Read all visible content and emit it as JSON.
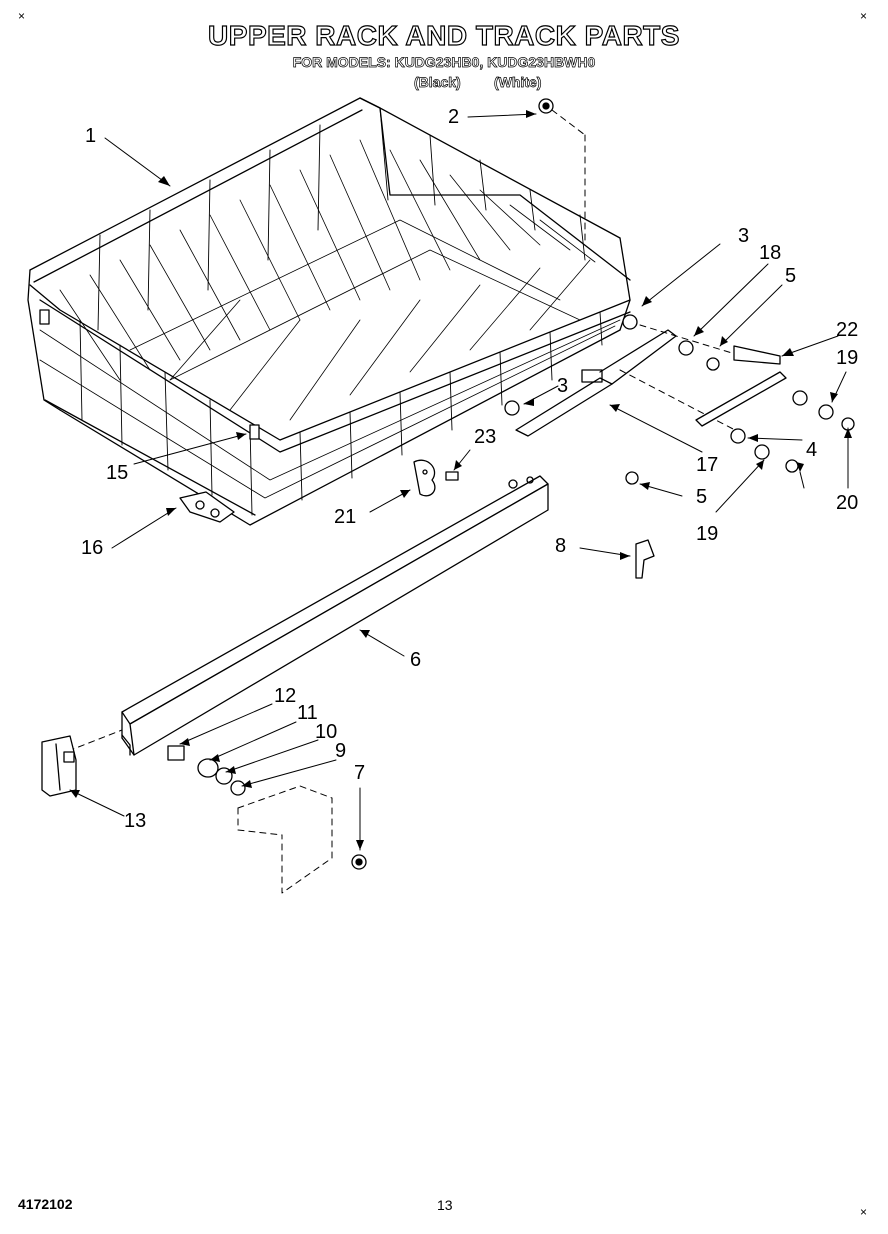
{
  "title": "UPPER RACK AND TRACK PARTS",
  "models_line": "FOR MODELS: KUDG23HB0, KUDG23HBWH0",
  "variant_black": "(Black)",
  "variant_white": "(White)",
  "footer_doc_number": "4172102",
  "footer_page": "13",
  "corner_mark": "×",
  "callouts": {
    "c1": "1",
    "c2": "2",
    "c3a": "3",
    "c3b": "3",
    "c4": "4",
    "c5a": "5",
    "c5b": "5",
    "c6": "6",
    "c7": "7",
    "c8": "8",
    "c9": "9",
    "c10": "10",
    "c11": "11",
    "c12": "12",
    "c13": "13",
    "c15": "15",
    "c16": "16",
    "c17": "17",
    "c18": "18",
    "c19a": "19",
    "c19b": "19",
    "c20": "20",
    "c21": "21",
    "c22": "22",
    "c23": "23"
  }
}
